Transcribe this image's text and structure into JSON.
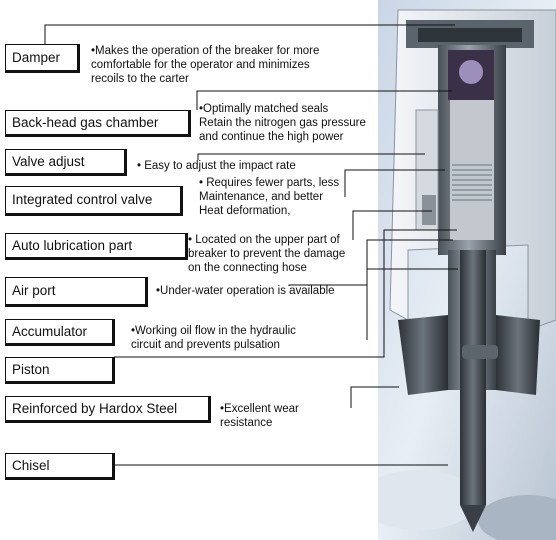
{
  "components": [
    {
      "id": "damper",
      "label": "Damper",
      "desc": [
        "•Makes the operation of the breaker for more",
        "comfortable for the operator and minimizes",
        "recoils to the carter"
      ]
    },
    {
      "id": "back-head",
      "label": "Back-head gas chamber",
      "desc": [
        "•Optimally matched seals",
        "Retain the nitrogen gas pressure",
        "and continue the high power"
      ]
    },
    {
      "id": "valve-adjust",
      "label": "Valve adjust",
      "desc": [
        "• Easy to adjust the impact rate"
      ]
    },
    {
      "id": "control-valve",
      "label": "Integrated control valve",
      "desc": [
        "• Requires fewer parts, less",
        "Maintenance, and better",
        "Heat deformation,"
      ]
    },
    {
      "id": "lubrication",
      "label": "Auto lubrication part",
      "desc": [
        "• Located on the upper part of",
        "breaker to prevent the damage",
        "on the connecting hose"
      ]
    },
    {
      "id": "air-port",
      "label": "Air port",
      "desc": [
        "•Under-water operation is available"
      ]
    },
    {
      "id": "accumulator",
      "label": "Accumulator",
      "desc": [
        "•Working oil flow in the hydraulic",
        "circuit and prevents pulsation"
      ]
    },
    {
      "id": "piston",
      "label": "Piston",
      "desc": []
    },
    {
      "id": "hardox",
      "label": "Reinforced by Hardox Steel",
      "desc": [
        "•Excellent wear",
        "resistance"
      ]
    },
    {
      "id": "chisel",
      "label": "Chisel",
      "desc": []
    }
  ]
}
